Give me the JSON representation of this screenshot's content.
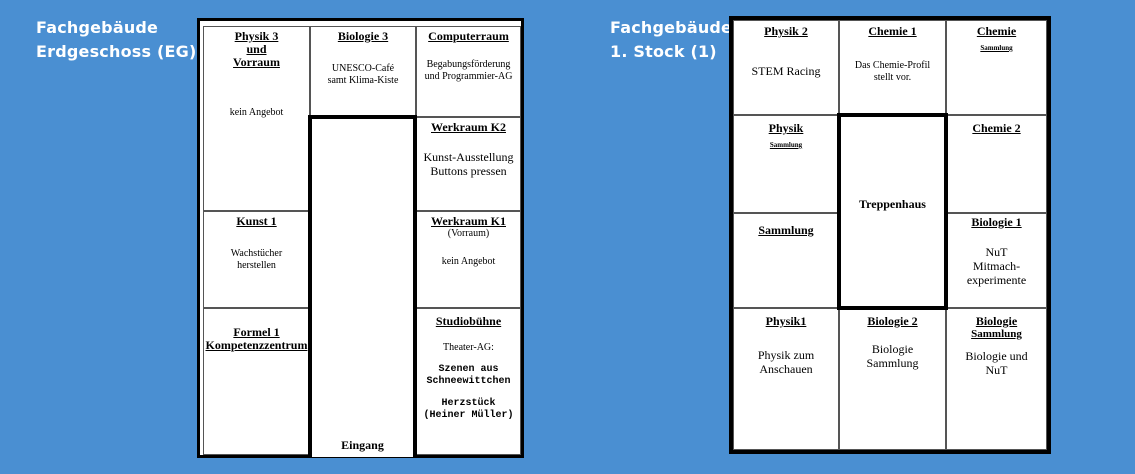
{
  "eg": {
    "heading": [
      "Fachgebäude",
      "Erdgeschoss (EG)"
    ],
    "rooms": {
      "physik3": {
        "name": [
          "Physik 3",
          "und",
          "Vorraum"
        ],
        "note": "kein Angebot"
      },
      "biologie3": {
        "name": "Biologie 3",
        "note": [
          "UNESCO-Café",
          "samt Klima-Kiste"
        ]
      },
      "computerraum": {
        "name": "Computerraum",
        "note": [
          "Begabungsförderung",
          "und Programmier-AG"
        ]
      },
      "werkraumk2": {
        "name": "Werkraum K2",
        "note": [
          "Kunst-Ausstellung",
          "Buttons pressen"
        ]
      },
      "kunst1": {
        "name": "Kunst 1",
        "note": [
          "Wachstücher",
          "herstellen"
        ]
      },
      "werkraumk1": {
        "name": "Werkraum K1",
        "sub": "(Vorraum)",
        "note": "kein Angebot"
      },
      "formel1": {
        "name": [
          "Formel 1",
          "Kompetenzzentrum"
        ]
      },
      "studiobuehne": {
        "name": "Studiobühne",
        "note": "Theater-AG:",
        "bold1": [
          "Szenen aus",
          "Schneewittchen"
        ],
        "bold2": [
          "Herzstück",
          "(Heiner Müller)"
        ]
      }
    },
    "corridor": "Eingang"
  },
  "og1": {
    "heading": [
      "Fachgebäude",
      "1. Stock (1)"
    ],
    "rooms": {
      "physik2": {
        "name": "Physik 2",
        "note": "STEM Racing"
      },
      "chemie1": {
        "name": "Chemie 1",
        "note": [
          "Das Chemie-Profil",
          "stellt vor."
        ]
      },
      "chemie": {
        "name": "Chemie",
        "sub": "Sammlung"
      },
      "physik": {
        "name": "Physik",
        "sub": "Sammlung"
      },
      "chemie2": {
        "name": "Chemie 2"
      },
      "sammlung": {
        "name": "Sammlung"
      },
      "biologie1": {
        "name": "Biologie 1",
        "note": [
          "NuT",
          "Mitmach-",
          "experimente"
        ]
      },
      "physik1": {
        "name": "Physik1",
        "note": [
          "Physik zum",
          "Anschauen"
        ]
      },
      "biologie2": {
        "name": "Biologie 2",
        "note": [
          "Biologie",
          "Sammlung"
        ]
      },
      "biologie": {
        "name": "Biologie",
        "sub": "Sammlung",
        "note": [
          "Biologie und",
          "NuT"
        ]
      }
    },
    "corridor": "Treppenhaus"
  }
}
